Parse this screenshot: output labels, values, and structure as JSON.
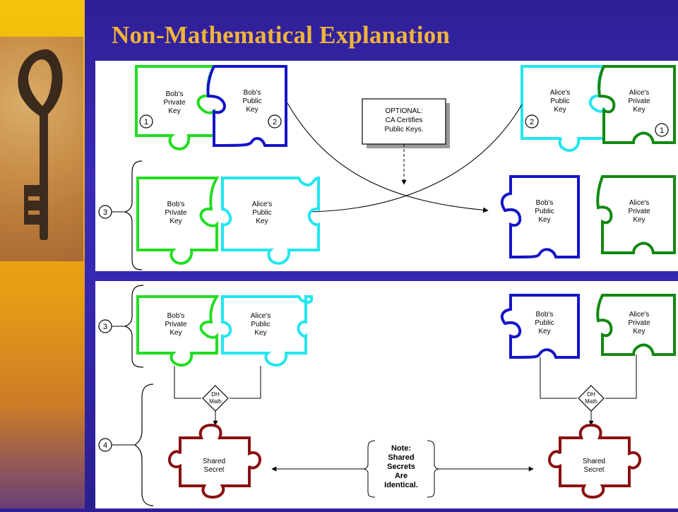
{
  "title": "Non-Mathematical Explanation",
  "colors": {
    "bob_private": "#22dd22",
    "bob_public": "#1414c8",
    "alice_public": "#22e6f0",
    "alice_private": "#118811",
    "shared_secret": "#8a1010",
    "background": "#3325a8",
    "title": "#f0b43a"
  },
  "labels": {
    "bob_private": [
      "Bob's",
      "Private",
      "Key"
    ],
    "bob_public": [
      "Bob's",
      "Public",
      "Key"
    ],
    "alice_public": [
      "Alice's",
      "Public",
      "Key"
    ],
    "alice_private": [
      "Alice's",
      "Private",
      "Key"
    ],
    "shared_secret": [
      "Shared",
      "Secret"
    ],
    "dh_math": [
      "DH",
      "Math"
    ],
    "optional_note": [
      "OPTIONAL:",
      "CA Certifies",
      "Public Keys."
    ],
    "identical_note": [
      "Note:",
      "Shared",
      "Secrets",
      "Are",
      "Identical."
    ]
  },
  "steps": [
    "1",
    "2",
    "3",
    "4"
  ]
}
